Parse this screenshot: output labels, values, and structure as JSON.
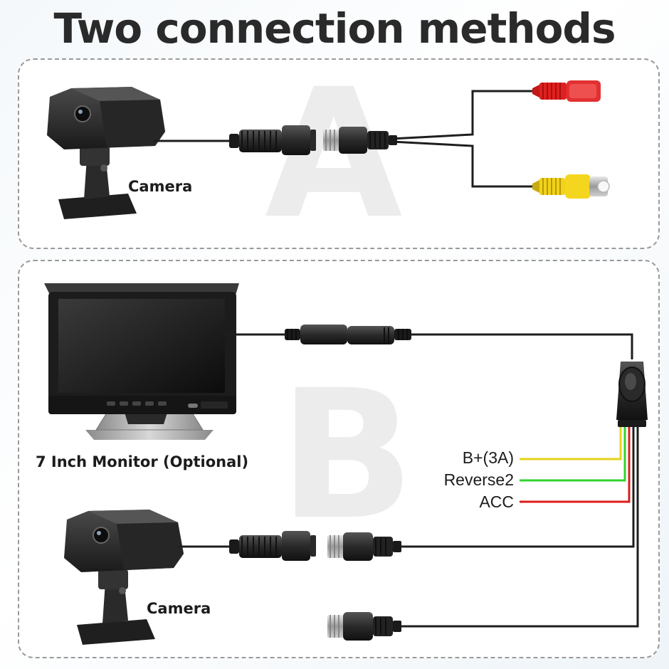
{
  "title": "Two connection methods",
  "sections": {
    "a": {
      "letter": "A",
      "camera_label": "Camera"
    },
    "b": {
      "letter": "B",
      "camera_label": "Camera",
      "monitor_label": "7 Inch Monitor (Optional)"
    }
  },
  "wires": [
    {
      "label": "B+(3A)",
      "color": "#e6d21c"
    },
    {
      "label": "Reverse2",
      "color": "#2fd42f"
    },
    {
      "label": "ACC",
      "color": "#dd1b1b"
    }
  ],
  "colors": {
    "rca_red": "#e02020",
    "rca_yellow": "#f2d21a",
    "cable": "#1e1e1e"
  }
}
